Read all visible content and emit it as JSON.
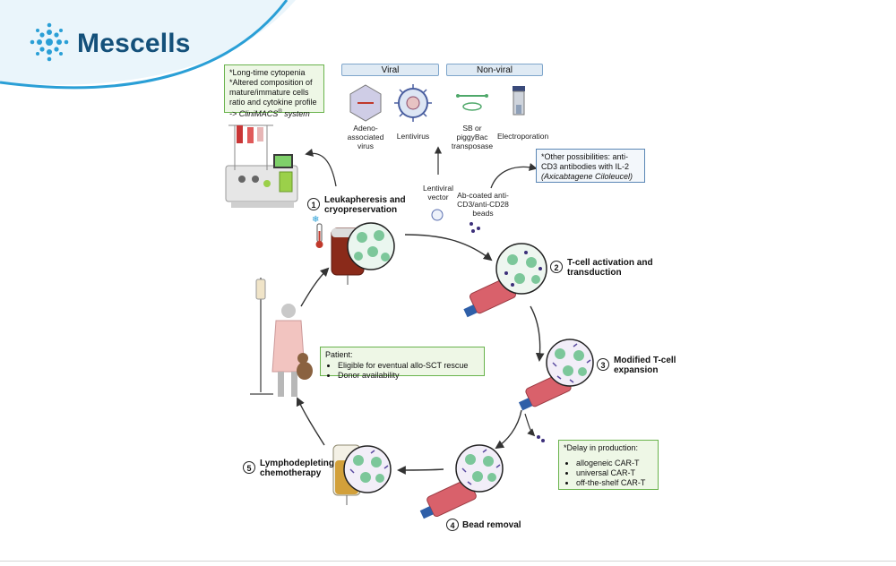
{
  "brand": {
    "name": "Mescells",
    "color": "#14507a",
    "accent": "#2a9fd6"
  },
  "green_box_top": {
    "lines": [
      "*Long-time cytopenia",
      "*Altered composition of",
      "mature/immature cells",
      "ratio and cytokine profile"
    ],
    "arrow_line": "-> CliniMACS",
    "arrow_line_sup": "®",
    "arrow_line_tail": " system"
  },
  "vector_headers": {
    "viral": "Viral",
    "non_viral": "Non-viral"
  },
  "vectors": [
    {
      "label": "Adeno-\nassociated\nvirus",
      "icon": "aav-capsid-icon"
    },
    {
      "label": "Lentivirus",
      "icon": "lentivirus-icon"
    },
    {
      "label": "SB or\npiggyBac\ntransposase",
      "icon": "transposase-icon"
    },
    {
      "label": "Electroporation",
      "icon": "electroporation-cuvette-icon"
    }
  ],
  "other_possibilities": {
    "line1": "*Other possibilities: anti-",
    "line2": "CD3 antibodies with IL-2",
    "line3": "(Axicabtagene Ciloleucel)"
  },
  "lentiviral_vector": "Lentiviral\nvector",
  "beads_label": "Ab-coated anti-\nCD3/anti-CD28\nbeads",
  "steps": [
    {
      "num": "1",
      "label": "Leukapheresis and\ncryopreservation"
    },
    {
      "num": "2",
      "label": "T-cell activation and\ntransduction"
    },
    {
      "num": "3",
      "label": "Modified T-cell\nexpansion"
    },
    {
      "num": "4",
      "label": "Bead removal"
    },
    {
      "num": "5",
      "label": "Lymphodepleting\nchemotherapy"
    }
  ],
  "patient_box": {
    "title": "Patient:",
    "items": [
      "Eligible for eventual allo-SCT rescue",
      "Donor availability"
    ]
  },
  "delay_box": {
    "title": "*Delay in production:",
    "items": [
      "allogeneic CAR-T",
      "universal CAR-T",
      "off-the-shelf CAR-T"
    ]
  },
  "colors": {
    "green_box_border": "#69b34c",
    "green_box_fill": "#eef7e6",
    "blue_box_border": "#5a86b5",
    "cell_green": "#7cc79a",
    "bead_purple": "#3c2f7a",
    "flask_red": "#d9616b",
    "blood_bag": "#8a2a1a",
    "chemo_bag": "#d2a03a"
  }
}
